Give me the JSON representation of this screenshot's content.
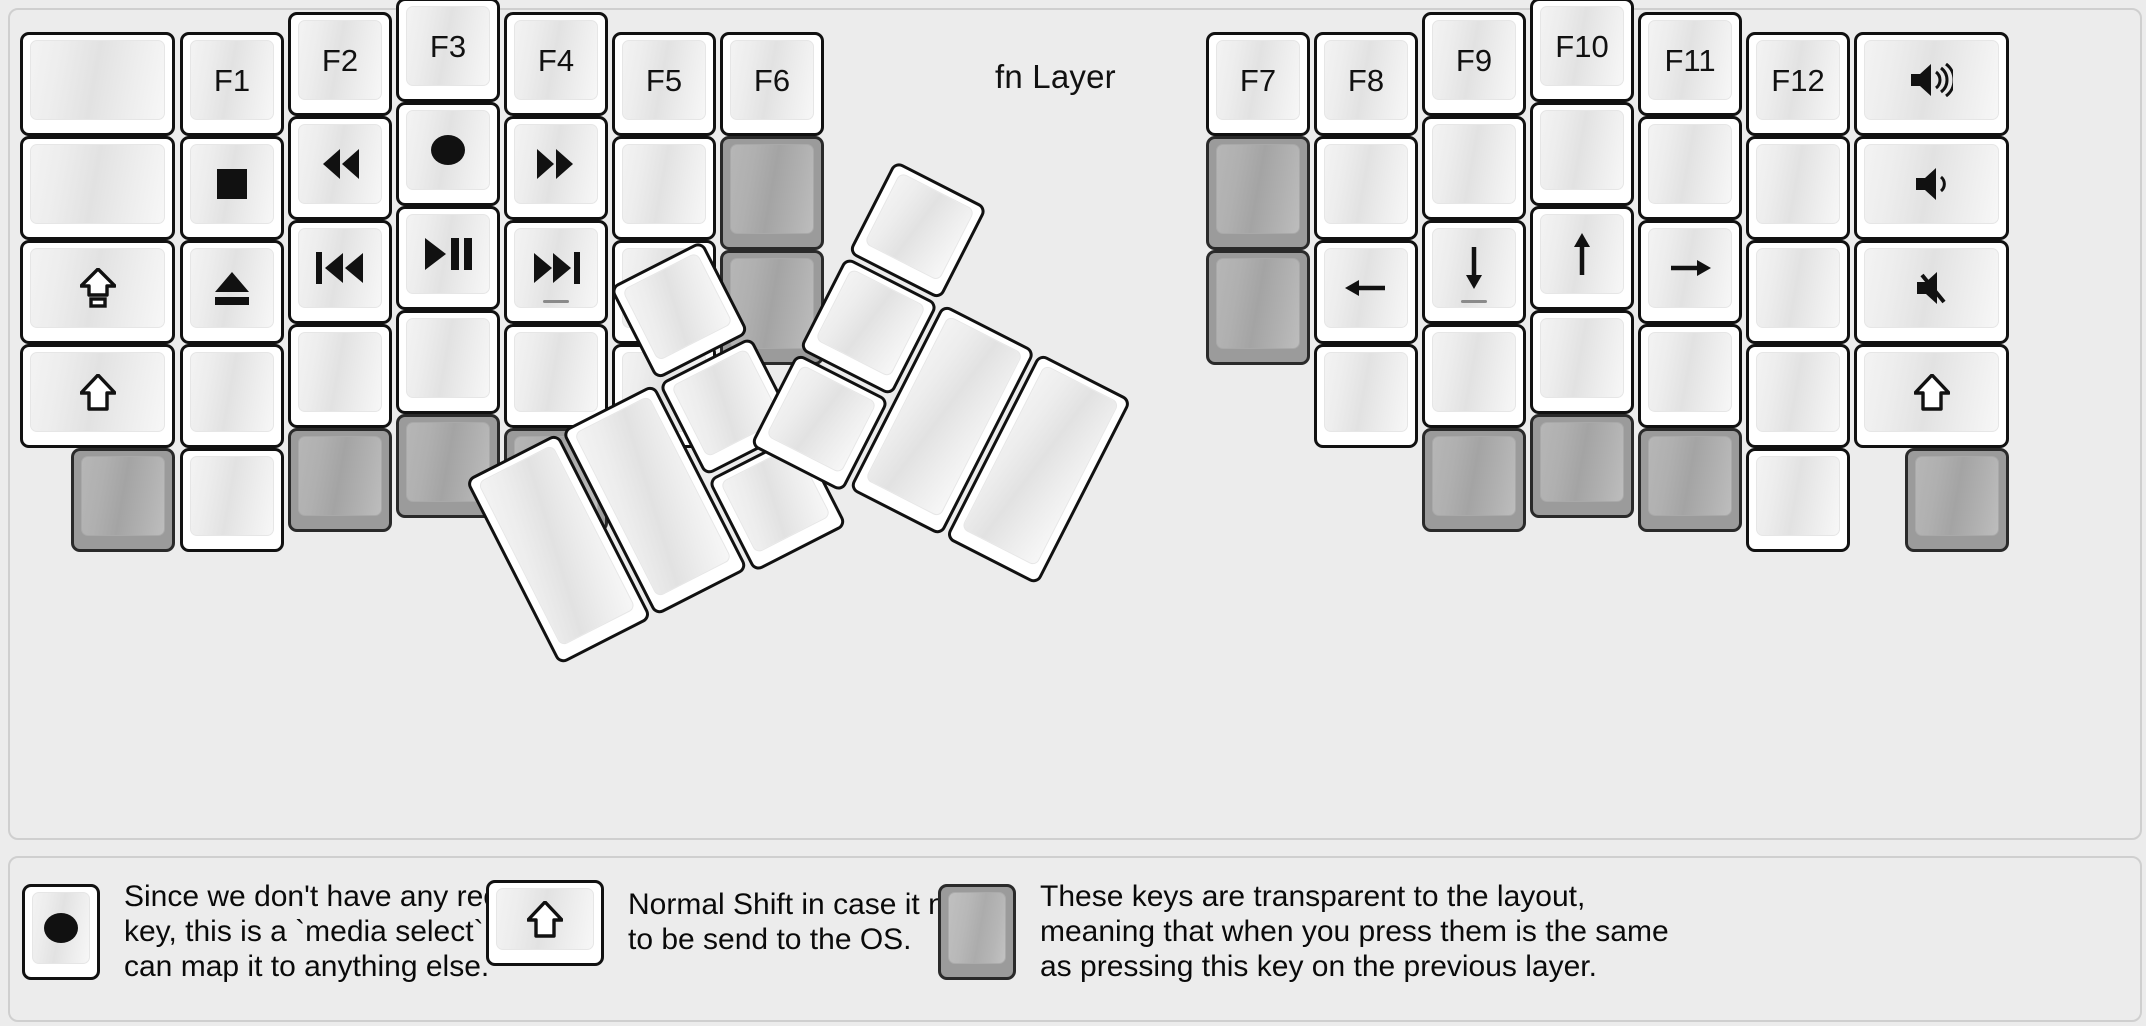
{
  "title": "fn Layer",
  "colors": {
    "background": "#ececec",
    "key_face": "#ffffff",
    "key_border": "#111111",
    "transparent_key": "#9b9b9b",
    "text": "#111111"
  },
  "keyboard": {
    "name": "split-ergonomic-keyboard",
    "left_half": {
      "columns": [
        {
          "name": "col-pinky-outer",
          "keys": [
            {
              "name": "key-blank-1",
              "label": "",
              "icon": "",
              "transparent": false
            },
            {
              "name": "key-blank-2",
              "label": "",
              "icon": "",
              "transparent": false
            },
            {
              "name": "key-caps-lock",
              "label": "",
              "icon": "caps-lock-icon",
              "transparent": false
            },
            {
              "name": "key-shift",
              "label": "",
              "icon": "shift-icon",
              "transparent": false
            },
            {
              "name": "key-transparent-1",
              "label": "",
              "icon": "",
              "transparent": true
            }
          ]
        },
        {
          "name": "col-pinky",
          "keys": [
            {
              "name": "key-f1",
              "label": "F1",
              "icon": "",
              "transparent": false
            },
            {
              "name": "key-media-stop",
              "label": "",
              "icon": "media-stop-icon",
              "transparent": false
            },
            {
              "name": "key-media-eject",
              "label": "",
              "icon": "media-eject-icon",
              "transparent": false
            },
            {
              "name": "key-blank-3",
              "label": "",
              "icon": "",
              "transparent": false
            },
            {
              "name": "key-blank-4",
              "label": "",
              "icon": "",
              "transparent": false
            }
          ]
        },
        {
          "name": "col-ring",
          "keys": [
            {
              "name": "key-f2",
              "label": "F2",
              "icon": "",
              "transparent": false
            },
            {
              "name": "key-media-rewind",
              "label": "",
              "icon": "media-rewind-icon",
              "transparent": false
            },
            {
              "name": "key-media-prev-track",
              "label": "",
              "icon": "media-prev-track-icon",
              "transparent": false
            },
            {
              "name": "key-blank-5",
              "label": "",
              "icon": "",
              "transparent": false
            },
            {
              "name": "key-transparent-2",
              "label": "",
              "icon": "",
              "transparent": true
            }
          ]
        },
        {
          "name": "col-middle",
          "keys": [
            {
              "name": "key-f3",
              "label": "F3",
              "icon": "",
              "transparent": false
            },
            {
              "name": "key-media-record",
              "label": "",
              "icon": "media-record-icon",
              "transparent": false
            },
            {
              "name": "key-media-play-pause",
              "label": "",
              "icon": "media-play-pause-icon",
              "transparent": false
            },
            {
              "name": "key-blank-6",
              "label": "",
              "icon": "",
              "transparent": false
            },
            {
              "name": "key-transparent-3",
              "label": "",
              "icon": "",
              "transparent": true
            }
          ]
        },
        {
          "name": "col-index",
          "keys": [
            {
              "name": "key-f4",
              "label": "F4",
              "icon": "",
              "transparent": false
            },
            {
              "name": "key-media-fast-forward",
              "label": "",
              "icon": "media-fast-forward-icon",
              "transparent": false
            },
            {
              "name": "key-media-next-track",
              "label": "",
              "icon": "media-next-track-icon",
              "homing": true,
              "transparent": false
            },
            {
              "name": "key-blank-7",
              "label": "",
              "icon": "",
              "transparent": false
            },
            {
              "name": "key-transparent-4",
              "label": "",
              "icon": "",
              "transparent": true
            }
          ]
        },
        {
          "name": "col-index-inner",
          "keys": [
            {
              "name": "key-f5",
              "label": "F5",
              "icon": "",
              "transparent": false
            },
            {
              "name": "key-blank-8",
              "label": "",
              "icon": "",
              "transparent": false
            },
            {
              "name": "key-blank-9",
              "label": "",
              "icon": "",
              "transparent": false
            },
            {
              "name": "key-blank-10",
              "label": "",
              "icon": "",
              "transparent": false
            }
          ]
        },
        {
          "name": "col-inner",
          "keys": [
            {
              "name": "key-f6",
              "label": "F6",
              "icon": "",
              "transparent": false
            },
            {
              "name": "key-transparent-5",
              "label": "",
              "icon": "",
              "transparent": true
            },
            {
              "name": "key-transparent-6",
              "label": "",
              "icon": "",
              "transparent": true
            }
          ]
        }
      ],
      "thumb_cluster": {
        "name": "left-thumb-cluster",
        "keys": [
          {
            "name": "thumb-key-large-1",
            "label": "",
            "icon": "",
            "transparent": false
          },
          {
            "name": "thumb-key-large-2",
            "label": "",
            "icon": "",
            "transparent": false
          },
          {
            "name": "thumb-key-small-1",
            "label": "",
            "icon": "",
            "transparent": false
          },
          {
            "name": "thumb-key-small-2",
            "label": "",
            "icon": "",
            "transparent": false
          },
          {
            "name": "thumb-key-small-3",
            "label": "",
            "icon": "",
            "transparent": false
          }
        ]
      }
    },
    "right_half": {
      "columns": [
        {
          "name": "col-inner",
          "keys": [
            {
              "name": "key-f7",
              "label": "F7",
              "icon": "",
              "transparent": false
            },
            {
              "name": "key-transparent-7",
              "label": "",
              "icon": "",
              "transparent": true
            },
            {
              "name": "key-transparent-8",
              "label": "",
              "icon": "",
              "transparent": true
            }
          ]
        },
        {
          "name": "col-index-inner",
          "keys": [
            {
              "name": "key-f8",
              "label": "F8",
              "icon": "",
              "transparent": false
            },
            {
              "name": "key-blank-11",
              "label": "",
              "icon": "",
              "transparent": false
            },
            {
              "name": "key-arrow-left",
              "label": "",
              "icon": "arrow-left-icon",
              "transparent": false
            },
            {
              "name": "key-blank-12",
              "label": "",
              "icon": "",
              "transparent": false
            }
          ]
        },
        {
          "name": "col-index",
          "keys": [
            {
              "name": "key-f9",
              "label": "F9",
              "icon": "",
              "transparent": false
            },
            {
              "name": "key-blank-13",
              "label": "",
              "icon": "",
              "transparent": false
            },
            {
              "name": "key-arrow-down",
              "label": "",
              "icon": "arrow-down-icon",
              "homing": true,
              "transparent": false
            },
            {
              "name": "key-blank-14",
              "label": "",
              "icon": "",
              "transparent": false
            },
            {
              "name": "key-transparent-9",
              "label": "",
              "icon": "",
              "transparent": true
            }
          ]
        },
        {
          "name": "col-middle",
          "keys": [
            {
              "name": "key-f10",
              "label": "F10",
              "icon": "",
              "transparent": false
            },
            {
              "name": "key-blank-15",
              "label": "",
              "icon": "",
              "transparent": false
            },
            {
              "name": "key-arrow-up",
              "label": "",
              "icon": "arrow-up-icon",
              "transparent": false
            },
            {
              "name": "key-blank-16",
              "label": "",
              "icon": "",
              "transparent": false
            },
            {
              "name": "key-transparent-10",
              "label": "",
              "icon": "",
              "transparent": true
            }
          ]
        },
        {
          "name": "col-ring",
          "keys": [
            {
              "name": "key-f11",
              "label": "F11",
              "icon": "",
              "transparent": false
            },
            {
              "name": "key-blank-17",
              "label": "",
              "icon": "",
              "transparent": false
            },
            {
              "name": "key-arrow-right",
              "label": "",
              "icon": "arrow-right-icon",
              "transparent": false
            },
            {
              "name": "key-blank-18",
              "label": "",
              "icon": "",
              "transparent": false
            },
            {
              "name": "key-transparent-11",
              "label": "",
              "icon": "",
              "transparent": true
            }
          ]
        },
        {
          "name": "col-pinky",
          "keys": [
            {
              "name": "key-f12",
              "label": "F12",
              "icon": "",
              "transparent": false
            },
            {
              "name": "key-blank-19",
              "label": "",
              "icon": "",
              "transparent": false
            },
            {
              "name": "key-blank-20",
              "label": "",
              "icon": "",
              "transparent": false
            },
            {
              "name": "key-blank-21",
              "label": "",
              "icon": "",
              "transparent": false
            },
            {
              "name": "key-blank-22",
              "label": "",
              "icon": "",
              "transparent": false
            }
          ]
        },
        {
          "name": "col-pinky-outer",
          "keys": [
            {
              "name": "key-volume-up",
              "label": "",
              "icon": "volume-up-icon",
              "transparent": false
            },
            {
              "name": "key-volume-down",
              "label": "",
              "icon": "volume-down-icon",
              "transparent": false
            },
            {
              "name": "key-volume-mute",
              "label": "",
              "icon": "volume-mute-icon",
              "transparent": false
            },
            {
              "name": "key-shift-right",
              "label": "",
              "icon": "shift-icon",
              "transparent": false
            },
            {
              "name": "key-transparent-12",
              "label": "",
              "icon": "",
              "transparent": true
            }
          ]
        }
      ],
      "thumb_cluster": {
        "name": "right-thumb-cluster",
        "keys": [
          {
            "name": "thumb-key-small-4",
            "label": "",
            "icon": "",
            "transparent": false
          },
          {
            "name": "thumb-key-small-5",
            "label": "",
            "icon": "",
            "transparent": false
          },
          {
            "name": "thumb-key-small-6",
            "label": "",
            "icon": "",
            "transparent": false
          },
          {
            "name": "thumb-key-large-3",
            "label": "",
            "icon": "",
            "transparent": false
          },
          {
            "name": "thumb-key-large-4",
            "label": "",
            "icon": "",
            "transparent": false
          }
        ]
      }
    }
  },
  "legend": [
    {
      "name": "legend-media-record",
      "icon": "media-record-icon",
      "transparent": false,
      "text": "Since we don't have any recording\nkey, this is a `media select` so user\ncan map it to anything else."
    },
    {
      "name": "legend-shift",
      "icon": "shift-icon",
      "transparent": false,
      "text": "Normal Shift in case it needs\nto be send to the OS."
    },
    {
      "name": "legend-transparent",
      "icon": "",
      "transparent": true,
      "text": "These keys are transparent to the layout,\nmeaning that when you press them is the same\nas pressing this key on the previous layer."
    }
  ]
}
